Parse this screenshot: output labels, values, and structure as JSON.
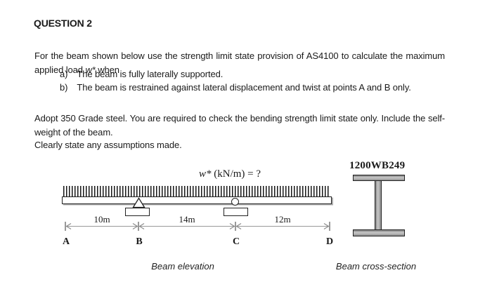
{
  "question": {
    "heading": "QUESTION 2",
    "intro": {
      "prefix": "For the beam shown below use the strength limit state provision of AS4100 to calculate the maximum applied load ",
      "var": "w*",
      "suffix": " when"
    },
    "items": [
      {
        "label": "a)",
        "text": "The beam is fully laterally supported."
      },
      {
        "label": "b)",
        "text": "The beam is restrained against lateral displacement and twist at points A and B only."
      }
    ],
    "steel_note": "Adopt 350 Grade steel. You are required to check the bending strength limit state only. Include the self-weight of the beam.",
    "assumptions_note": "Clearly state any assumptions made."
  },
  "elevation": {
    "load_label": {
      "var": "w*",
      "rest": " (kN/m) = ?"
    },
    "segments": [
      {
        "from": "A",
        "to": "B",
        "length": "10m"
      },
      {
        "from": "B",
        "to": "C",
        "length": "14m"
      },
      {
        "from": "C",
        "to": "D",
        "length": "12m"
      }
    ],
    "points": [
      "A",
      "B",
      "C",
      "D"
    ],
    "supports": [
      {
        "point": "B",
        "type": "pin"
      },
      {
        "point": "C",
        "type": "roller"
      }
    ],
    "caption": "Beam elevation"
  },
  "cross_section": {
    "designation": "1200WB249",
    "caption": "Beam cross-section"
  },
  "colors": {
    "outline": "#222222",
    "steel_fill": "#8f8f8f",
    "steel_highlight": "#c9c9c9",
    "dimension_line": "#999999",
    "text": "#1a1a1a",
    "background": "#ffffff"
  }
}
